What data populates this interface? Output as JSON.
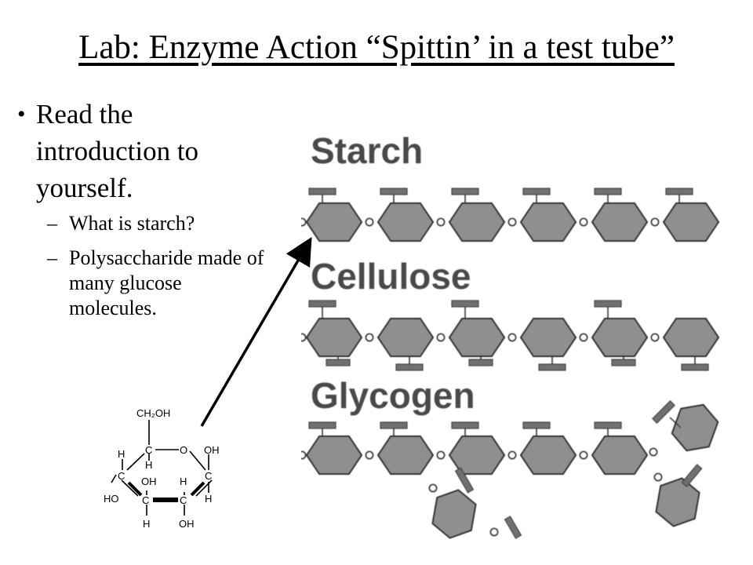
{
  "slide": {
    "title": "Lab: Enzyme Action “Spittin’ in a test tube”",
    "bullet_main": "Read the introduction to yourself.",
    "sub_bullets": [
      "What is starch?",
      "Polysaccharide made of many glucose molecules."
    ]
  },
  "molecules": {
    "label_starch": "Starch",
    "label_cellulose": "Cellulose",
    "label_glycogen": "Glycogen"
  },
  "glucose_structure": {
    "ch2oh": "CH₂OH",
    "atoms": {
      "c_top": "C",
      "o_ring": "O",
      "oh_right_top": "OH",
      "h_left_top": "H",
      "h_below_c_top": "H",
      "c_left": "C",
      "c_right": "C",
      "ho_left": "HO",
      "h_right": "H",
      "oh_inner": "OH",
      "h_inner": "H",
      "c_bottom_left": "C",
      "c_bottom_right": "C",
      "h_bottom": "H",
      "oh_bottom": "OH"
    }
  },
  "colors": {
    "hexagon_fill": "#8f8f8f",
    "hexagon_stroke": "#2b2b2b",
    "text": "#000000",
    "label_gray": "#4a4a4a"
  }
}
